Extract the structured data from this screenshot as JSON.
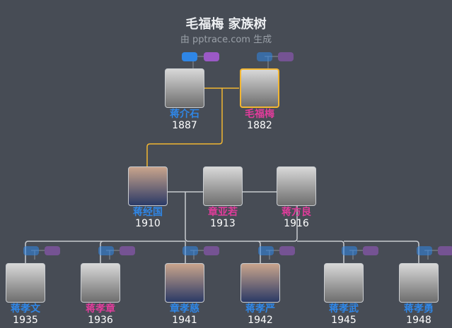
{
  "title": "毛福梅 家族树",
  "subtitle": "由 pptrace.com 生成",
  "colors": {
    "male": "#2f86e6",
    "female": "#e03c9b",
    "link": "#f2b632",
    "line": "#c8cbd0",
    "bg": "#474c55"
  },
  "generations": [
    [
      {
        "name": "蒋介石",
        "year": "1887",
        "gender": "male"
      },
      {
        "name": "毛福梅",
        "year": "1882",
        "gender": "female",
        "selected": true
      }
    ],
    [
      {
        "name": "蒋经国",
        "year": "1910",
        "gender": "male"
      },
      {
        "name": "章亚若",
        "year": "1913",
        "gender": "female"
      },
      {
        "name": "蒋方良",
        "year": "1916",
        "gender": "female"
      }
    ],
    [
      {
        "name": "蒋孝文",
        "year": "1935",
        "gender": "male"
      },
      {
        "name": "蒋孝章",
        "year": "1936",
        "gender": "female"
      },
      {
        "name": "章孝慈",
        "year": "1941",
        "gender": "male"
      },
      {
        "name": "蒋孝严",
        "year": "1942",
        "gender": "male"
      },
      {
        "name": "蒋孝武",
        "year": "1945",
        "gender": "male"
      },
      {
        "name": "蒋孝勇",
        "year": "1948",
        "gender": "male"
      }
    ]
  ]
}
